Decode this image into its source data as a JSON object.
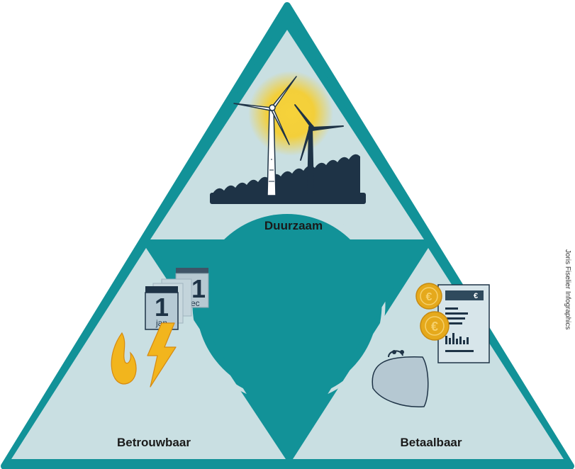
{
  "labels": {
    "top": "Duurzaam",
    "left": "Betrouwbaar",
    "right": "Betaalbaar"
  },
  "calendar": {
    "front_day": "1",
    "front_month": "jan",
    "back_day": "31",
    "back_month": "dec"
  },
  "bill": {
    "currency_symbol": "€"
  },
  "coins": {
    "symbol": "€"
  },
  "credit": "Joris Fiselier Infographics",
  "colors": {
    "teal": "#129298",
    "teal_dark": "#0d7d83",
    "panel": "#c9dfe2",
    "navy": "#1e3346",
    "sun": "#f3cf3a",
    "gold": "#e5a91c",
    "flame": "#f2b51d"
  },
  "icons": [
    "wind-turbine-icon",
    "sun-icon",
    "sea-waves-icon",
    "calendar-icon",
    "flame-icon",
    "lightning-icon",
    "purse-icon",
    "euro-coin-icon",
    "energy-bill-icon"
  ]
}
